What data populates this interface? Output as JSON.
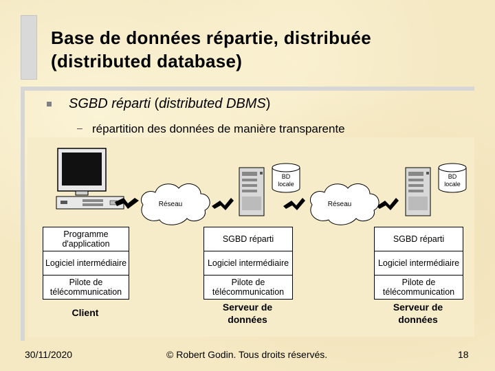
{
  "title": {
    "line1": "Base de données répartie, distribuée",
    "line2": "(distributed database)"
  },
  "bullets": {
    "level1_italic": "SGBD réparti",
    "level1_paren_open": " (",
    "level1_italic2": "distributed DBMS",
    "level1_paren_close": ")",
    "level2": "répartition des données de manière transparente"
  },
  "diagram": {
    "network_label_1": "Réseau",
    "network_label_2": "Réseau",
    "db_label_1_line1": "BD",
    "db_label_1_line2": "locale",
    "db_label_2_line1": "BD",
    "db_label_2_line2": "locale",
    "client": {
      "cells": [
        "Programme d'application",
        "Logiciel intermédiaire",
        "Pilote de télécommunication"
      ],
      "label": "Client"
    },
    "server1": {
      "cells": [
        "SGBD réparti",
        "Logiciel intermédiaire",
        "Pilote de télécommunication"
      ],
      "label_line1": "Serveur de",
      "label_line2": "données"
    },
    "server2": {
      "cells": [
        "SGBD réparti",
        "Logiciel intermédiaire",
        "Pilote de télécommunication"
      ],
      "label_line1": "Serveur de",
      "label_line2": "données"
    }
  },
  "footer": {
    "date": "30/11/2020",
    "copyright": "© Robert Godin. Tous droits réservés.",
    "page": "18"
  }
}
